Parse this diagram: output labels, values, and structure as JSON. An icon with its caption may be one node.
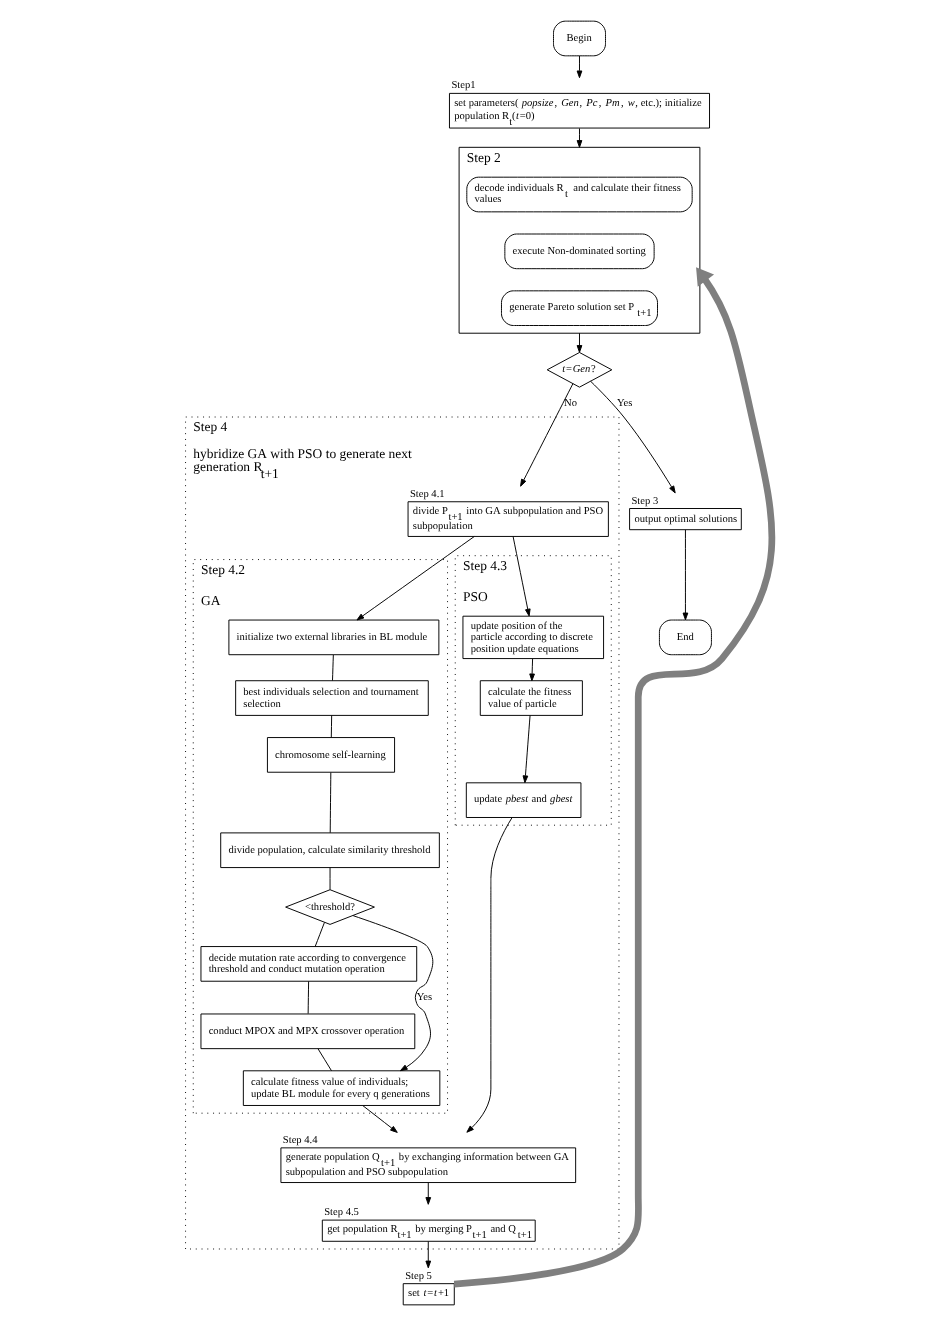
{
  "diagram": {
    "nodes": [
      {
        "text": [
          "Begin"
        ]
      },
      {
        "text": [
          "Step1",
          "set parameters(*popsize*, *Gen*, *Pc*, *Pm*, *w*, etc.); initialize population R$_{t}$(*t*=0)"
        ]
      },
      {
        "text": [
          "Step 2"
        ]
      },
      {
        "text": [
          "decode individuals R$_{t}$ and calculate their fitness values"
        ],
        "in": 2
      },
      {
        "text": [
          "execute Non-dominated sorting"
        ],
        "in": 2
      },
      {
        "text": [
          "generate Pareto solution set P$_{t+1}$"
        ],
        "in": 2
      },
      {
        "text": [
          "*t*=*Gen*?"
        ]
      },
      {
        "text": [
          "Step 3",
          "output optimal solutions"
        ]
      },
      {
        "text": [
          "End"
        ]
      },
      {
        "text": [
          "Step 4",
          "hybridize GA with PSO to generate next generation R$_{t+1}$"
        ]
      },
      {
        "text": [
          "Step 4.1",
          "divide P$_{t+1}$ into GA subpopulation and PSO subpopulation"
        ],
        "in": 9
      },
      {
        "text": [
          "Step 4.2",
          "GA"
        ],
        "in": 9
      },
      {
        "text": [
          "initialize two external libraries in BL module"
        ],
        "in": 11
      },
      {
        "text": [
          "best individuals selection and tournament selection"
        ],
        "in": 11
      },
      {
        "text": [
          "chromosome self-learning"
        ],
        "in": 11
      },
      {
        "text": [
          "divide population, calculate similarity threshold"
        ],
        "in": 11
      },
      {
        "text": [
          "<threshold?"
        ],
        "in": 11
      },
      {
        "text": [
          "decide mutation rate according to convergence threshold and conduct mutation operation"
        ],
        "in": 11
      },
      {
        "text": [
          "conduct MPOX and MPX crossover operation"
        ],
        "in": 11
      },
      {
        "text": [
          "calculate fitness value of individuals; update BL module for every q generations"
        ],
        "in": 11
      },
      {
        "text": [
          "Step 4.3",
          "PSO"
        ],
        "in": 9
      },
      {
        "text": [
          "update position of the particle according to discrete position update equations"
        ],
        "in": 20
      },
      {
        "text": [
          "calculate the fitness value of particle"
        ],
        "in": 20
      },
      {
        "text": [
          "update *pbest* and *gbest*"
        ],
        "in": 20
      },
      {
        "text": [
          "Step 4.4",
          "generate population Q$_{t+1}$ by exchanging information between GA subpopulation and PSO subpopulation"
        ],
        "in": 9
      },
      {
        "text": [
          "Step 4.5",
          "get population R$_{t+1}$ by merging P$_{t+1}$ and Q$_{t+1}$"
        ],
        "in": 9
      },
      {
        "text": [
          "Step 5",
          "set *t*=*t*+1"
        ]
      }
    ],
    "edges": [
      {
        "from": 0,
        "to": 1,
        "arrow": "to"
      },
      {
        "from": 1,
        "to": 2,
        "arrow": "to"
      },
      {
        "from": 2,
        "to": 6,
        "arrow": "to"
      },
      {
        "from": 6,
        "to": 7,
        "arrow": "to",
        "label": "Yes"
      },
      {
        "from": 7,
        "to": 8,
        "arrow": "to"
      },
      {
        "from": 6,
        "to": 10,
        "arrow": "to",
        "label": "No"
      },
      {
        "from": 10,
        "to": 12,
        "arrow": "to"
      },
      {
        "from": 10,
        "to": 21,
        "arrow": "to"
      },
      {
        "from": 12,
        "to": 13,
        "arrow": "none"
      },
      {
        "from": 13,
        "to": 14,
        "arrow": "none"
      },
      {
        "from": 14,
        "to": 15,
        "arrow": "none"
      },
      {
        "from": 15,
        "to": 16,
        "arrow": "none"
      },
      {
        "from": 16,
        "to": 17,
        "arrow": "none"
      },
      {
        "from": 17,
        "to": 18,
        "arrow": "none"
      },
      {
        "from": 18,
        "to": 19,
        "arrow": "none"
      },
      {
        "from": 16,
        "to": 19,
        "arrow": "to",
        "label": "Yes"
      },
      {
        "from": 21,
        "to": 22,
        "arrow": "to"
      },
      {
        "from": 22,
        "to": 23,
        "arrow": "to"
      },
      {
        "from": 19,
        "to": 24,
        "arrow": "to"
      },
      {
        "from": 23,
        "to": 24,
        "arrow": "to"
      },
      {
        "from": 24,
        "to": 25,
        "arrow": "to"
      },
      {
        "from": 25,
        "to": 26,
        "arrow": "to"
      },
      {
        "from": 26,
        "to": 2,
        "arrow": "to",
        "style": "thick",
        "color": "#7f7f7f"
      }
    ]
  }
}
